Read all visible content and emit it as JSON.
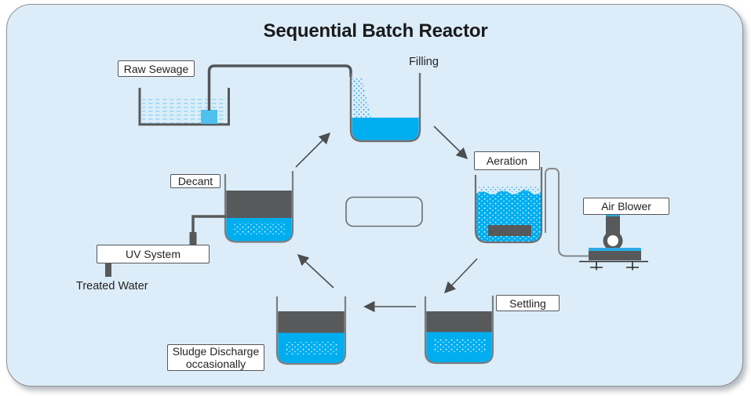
{
  "title": "Sequential Batch Reactor",
  "diagram": {
    "type": "process-cycle",
    "stages": [
      "Filling",
      "Aeration",
      "Settling",
      "Sludge Discharge occasionally",
      "Decant"
    ],
    "inputs": [
      "Raw Sewage"
    ],
    "outputs": [
      "Treated Water"
    ],
    "equipment": [
      "Air Blower",
      "UV System"
    ]
  },
  "labels": {
    "raw_sewage": "Raw Sewage",
    "filling": "Filling",
    "aeration": "Aeration",
    "air_blower": "Air Blower",
    "settling": "Settling",
    "sludge_line1": "Sludge Discharge",
    "sludge_line2": "occasionally",
    "decant": "Decant",
    "uv_system": "UV System",
    "treated_water": "Treated Water"
  },
  "colors": {
    "panel_background": "#dcedf9",
    "panel_border": "#8e9093",
    "water_blue": "#00aeef",
    "light_water_dash": "#9edcf6",
    "pump_blue": "#4fc1ef",
    "sludge_dark_gray": "#58595b",
    "tank_wall_gray": "#7c7e81",
    "arrow_gray": "#4d4e50",
    "title_text": "#1a1a1c"
  }
}
